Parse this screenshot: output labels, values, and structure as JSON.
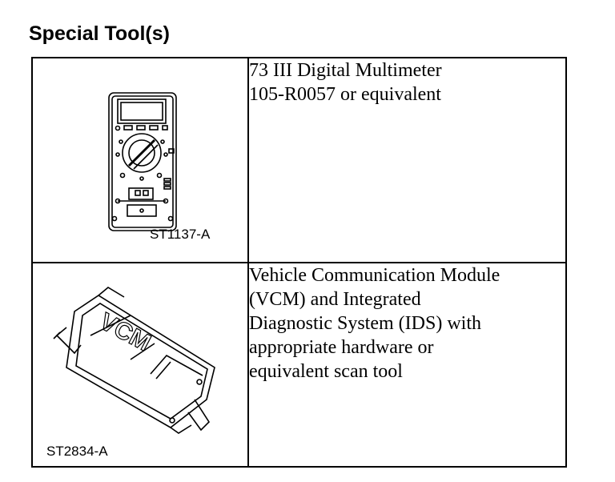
{
  "heading": "Special Tool(s)",
  "tools": [
    {
      "code": "ST1137-A",
      "description": [
        "73 III Digital Multimeter",
        "105-R0057 or equivalent"
      ],
      "icon": "multimeter-icon"
    },
    {
      "code": "ST2834-A",
      "description": [
        "Vehicle Communication Module",
        "(VCM) and Integrated",
        "Diagnostic System (IDS) with",
        "appropriate hardware or",
        "equivalent scan tool"
      ],
      "icon": "vcm-module-icon",
      "device_label": "VCM"
    }
  ]
}
